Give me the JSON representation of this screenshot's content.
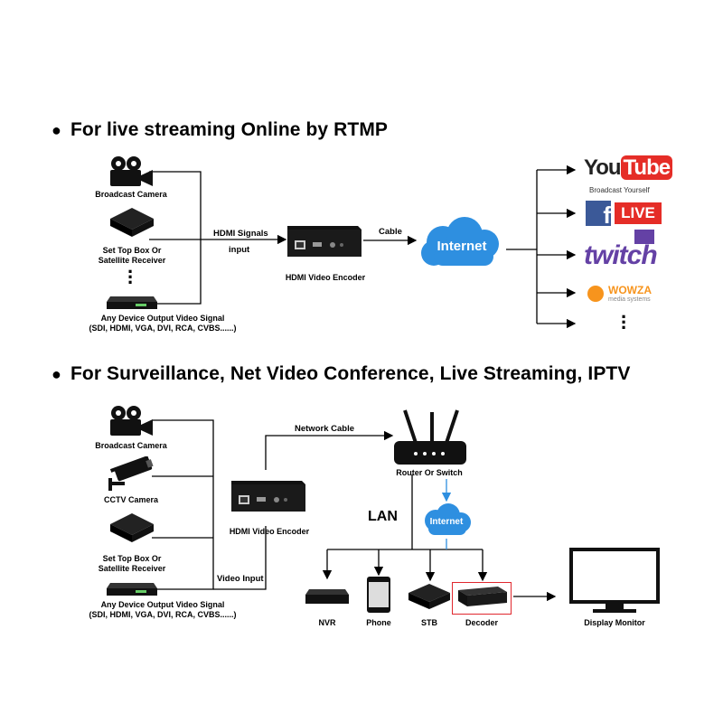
{
  "section1": {
    "heading": "For live streaming Online by RTMP",
    "sources": [
      "Broadcast Camera",
      "Set Top Box Or",
      "Satellite Receiver"
    ],
    "any_device": "Any Device Output Video Signal",
    "any_device_sub": "(SDI, HDMI, VGA, DVI, RCA, CVBS......)",
    "hdmi_signals": "HDMI Signals",
    "input": "input",
    "encoder": "HDMI Video Encoder",
    "cable": "Cable",
    "internet": "Internet",
    "platforms": {
      "youtube": "YouTube",
      "youtube_you": "You",
      "youtube_tube": "Tube",
      "youtube_tagline": "Broadcast Yourself",
      "facebook_f": "f",
      "live": "LIVE",
      "twitch": "twitch",
      "wowza": "WOWZA",
      "wowza_sub": "media systems"
    }
  },
  "section2": {
    "heading": "For Surveillance, Net Video Conference, Live Streaming, IPTV",
    "sources": [
      "Broadcast Camera",
      "CCTV Camera",
      "Set Top Box Or",
      "Satellite Receiver"
    ],
    "any_device": "Any Device Output Video Signal",
    "any_device_sub": "(SDI, HDMI, VGA, DVI, RCA, CVBS......)",
    "video_input": "Video Input",
    "encoder": "HDMI Video Encoder",
    "network_cable": "Network Cable",
    "router": "Router Or Switch",
    "lan": "LAN",
    "internet": "Internet",
    "devices": [
      "NVR",
      "Phone",
      "STB",
      "Decoder"
    ],
    "display": "Display Monitor"
  },
  "colors": {
    "cloud": "#2e8fe0",
    "youtube_red": "#e52d27",
    "facebook_blue": "#3b5998",
    "twitch_purple": "#6441a5",
    "wowza_orange": "#f7941d",
    "highlight_red": "#e0282e"
  }
}
